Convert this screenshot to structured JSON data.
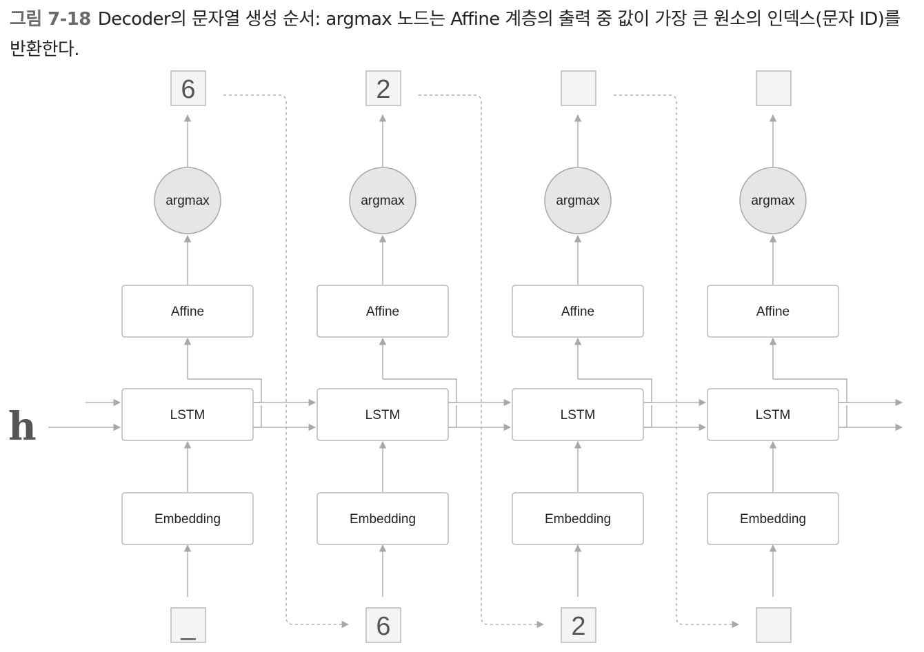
{
  "caption": {
    "label": "그림 7-18",
    "text": "Decoder의 문자열 생성 순서: argmax 노드는 Affine 계층의 출력 중 값이 가장 큰 원소의 인덱스(문자 ID)를 반환한다."
  },
  "hidden_label": "h",
  "timesteps": [
    {
      "argmax": "argmax",
      "affine": "Affine",
      "lstm": "LSTM",
      "embedding": "Embedding",
      "output": "6",
      "input": "_"
    },
    {
      "argmax": "argmax",
      "affine": "Affine",
      "lstm": "LSTM",
      "embedding": "Embedding",
      "output": "2",
      "input": "6"
    },
    {
      "argmax": "argmax",
      "affine": "Affine",
      "lstm": "LSTM",
      "embedding": "Embedding",
      "output": "",
      "input": "2"
    },
    {
      "argmax": "argmax",
      "affine": "Affine",
      "lstm": "LSTM",
      "embedding": "Embedding",
      "output": "",
      "input": ""
    }
  ]
}
